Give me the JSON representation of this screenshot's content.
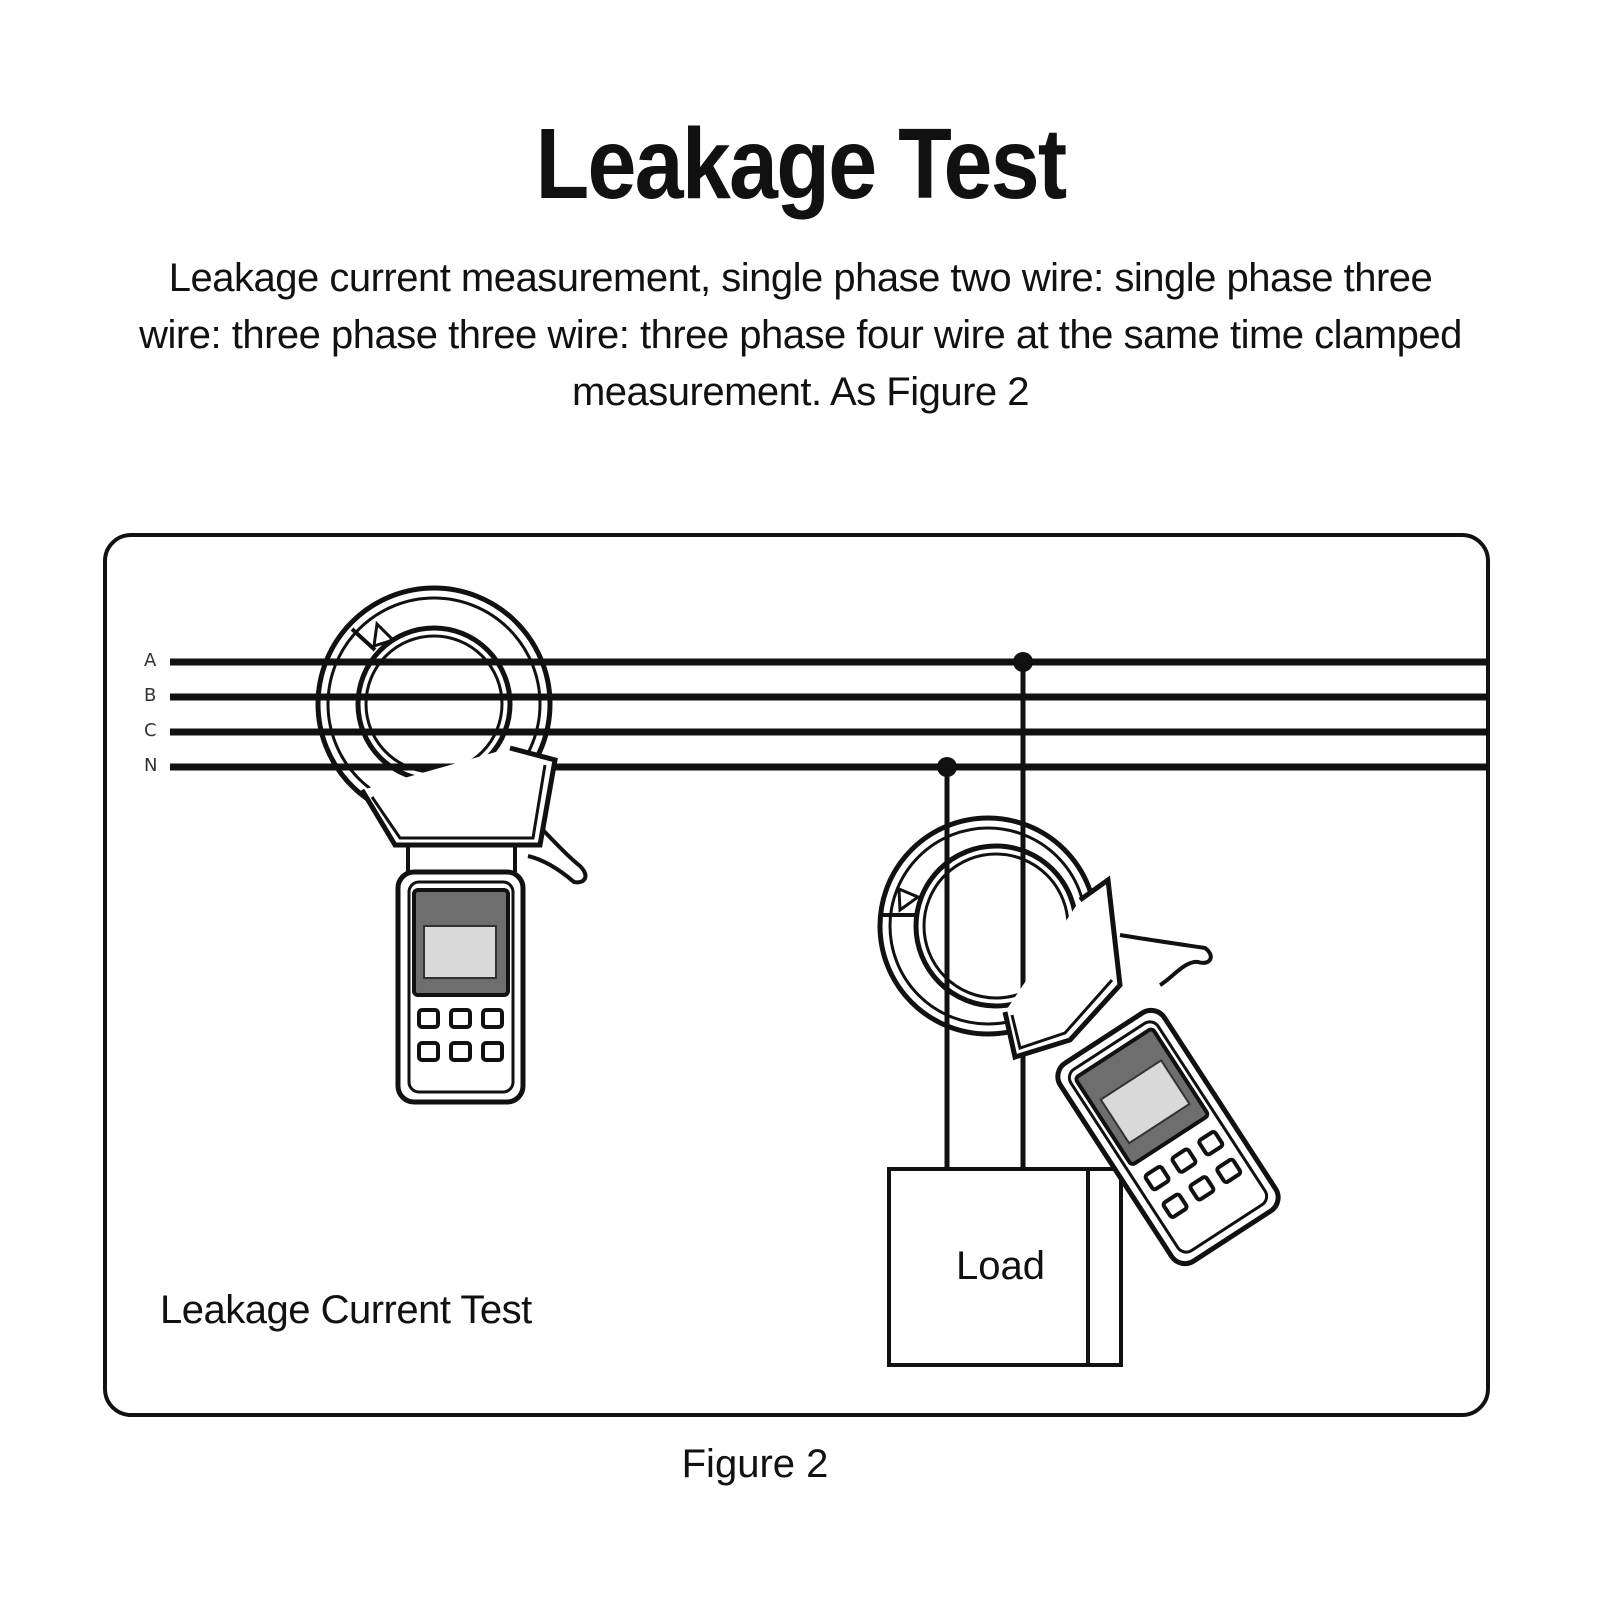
{
  "title": "Leakage Test",
  "description": "Leakage current measurement, single phase two wire: single phase three wire: three phase three wire: three phase four wire at the same time clamped measurement. As Figure 2",
  "diagram": {
    "wire_labels": [
      "A",
      "B",
      "C",
      "N"
    ],
    "panel_label": "Leakage Current Test",
    "load_label": "Load"
  },
  "caption": "Figure 2",
  "colors": {
    "line": "#111111",
    "screen": "#d9d9d9",
    "screen_frame": "#6e6e6e",
    "background": "#ffffff"
  }
}
